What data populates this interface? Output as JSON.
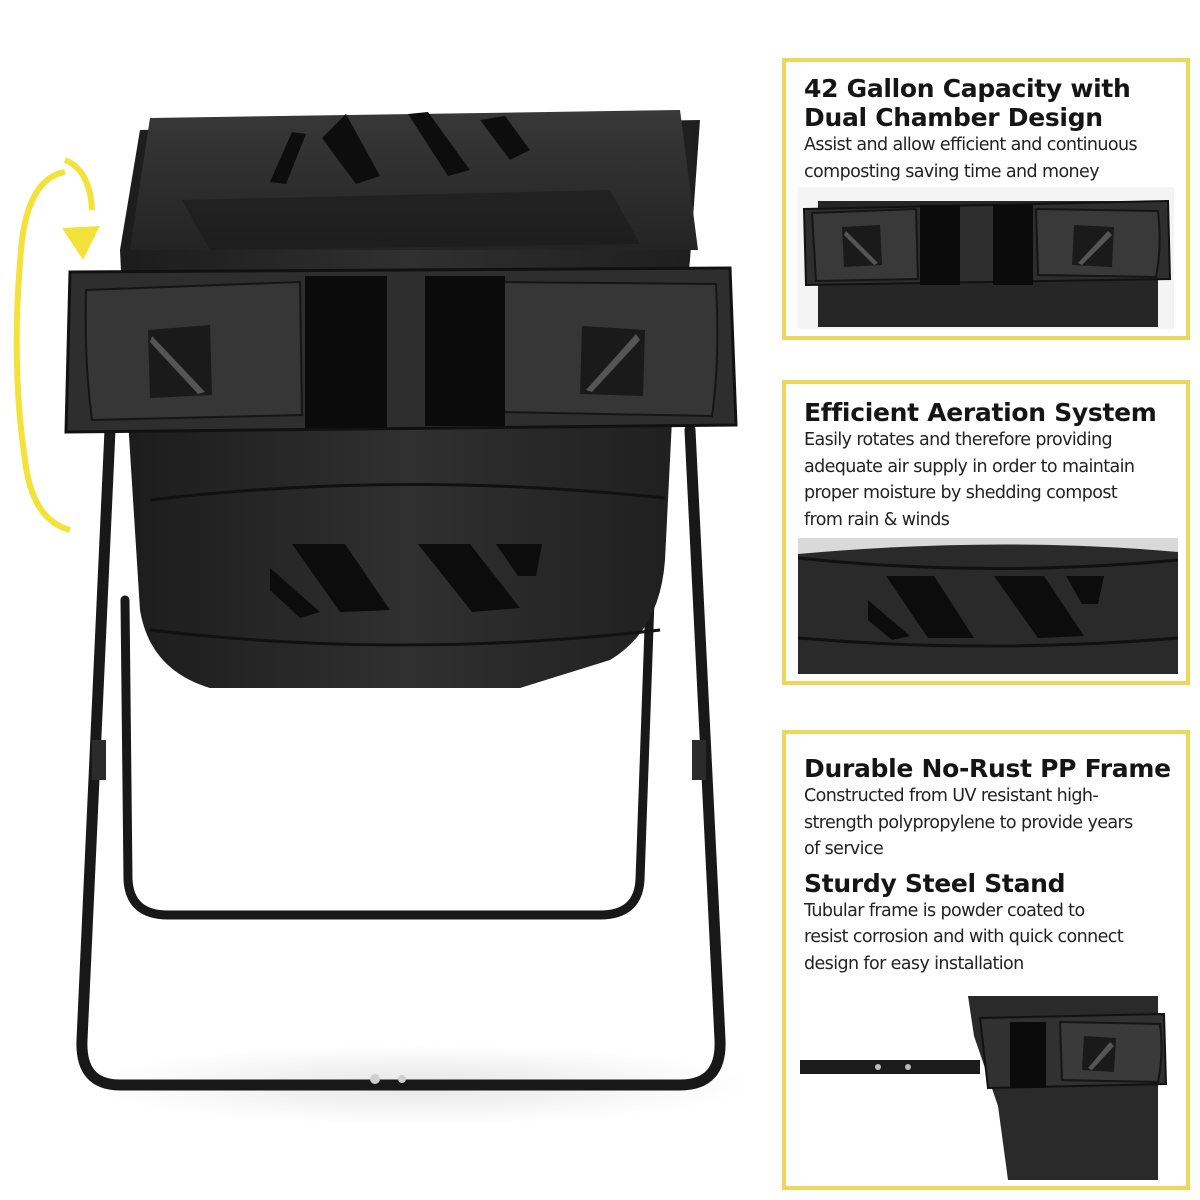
{
  "features": [
    {
      "title_line1": "42 Gallon Capacity with",
      "title_line2": "Dual Chamber Design",
      "desc_line1": "Assist and allow efficient and continuous",
      "desc_line2": "composting saving time and money"
    },
    {
      "title_line1": "Efficient Aeration System",
      "desc_line1": "Easily rotates and therefore providing",
      "desc_line2": "adequate air supply in order to maintain",
      "desc_line3": "proper moisture by shedding compost",
      "desc_line4": "from rain & winds"
    },
    {
      "title_line1": "Durable No-Rust PP Frame",
      "desc_line1": "Constructed from UV resistant high-",
      "desc_line2": "strength polypropylene to provide years",
      "desc_line3": "of service",
      "title2_line1": "Sturdy Steel Stand",
      "desc2_line1": "Tubular frame is powder coated to",
      "desc2_line2": "resist corrosion and with quick connect",
      "desc2_line3": "design for easy installation"
    }
  ],
  "colors": {
    "panel_border": "#ecd75c",
    "rotation_arrow": "#f3e23a",
    "product_body": "#2a2a2a",
    "product_dark": "#141414"
  },
  "icons": {
    "rotation": "rotation-arrow-icon"
  }
}
